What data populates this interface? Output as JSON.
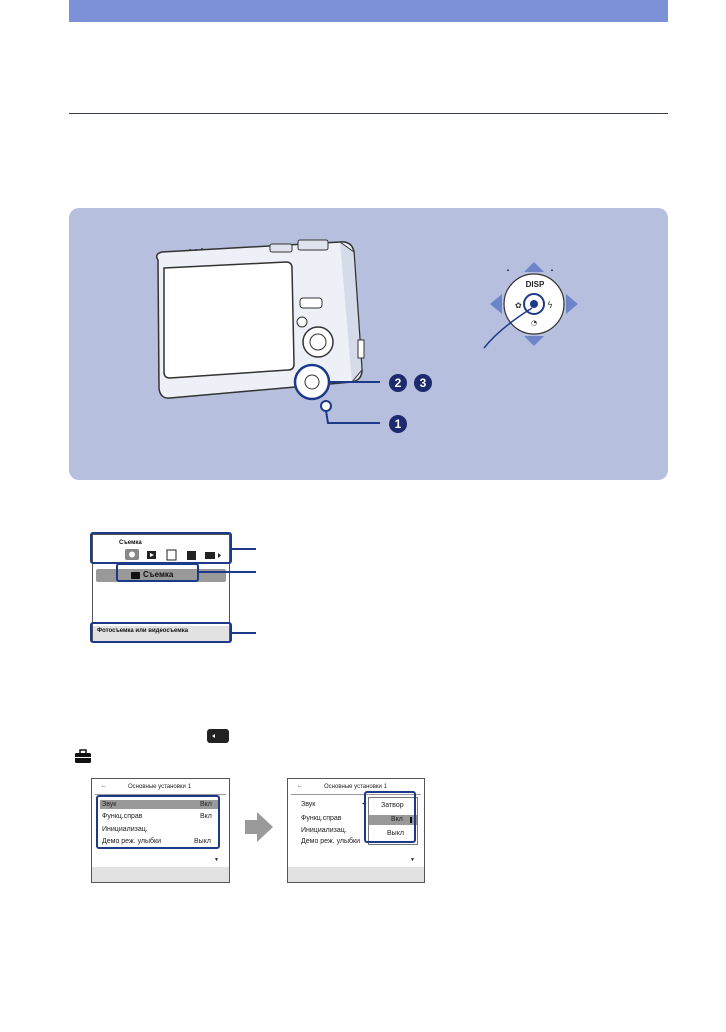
{
  "camera_figure": {
    "dpad": {
      "top": "DISP"
    },
    "callout_badges": [
      "2",
      "3",
      "1"
    ]
  },
  "menu_screen": {
    "title": "Съемка",
    "selected_item": "Съемка",
    "description": "Фотосъемка или видеосъемка"
  },
  "settings_screens": {
    "left": {
      "title": "Основные установки 1",
      "rows": [
        {
          "label": "Звук",
          "value": "Вкл"
        },
        {
          "label": "Функц.справ",
          "value": "Вкл"
        },
        {
          "label": "Инициализац.",
          "value": ""
        },
        {
          "label": "Демо реж. улыбки",
          "value": "Выкл"
        }
      ]
    },
    "right": {
      "title": "Основные установки 1",
      "rows": [
        "Звук",
        "Функц.справ",
        "Инициализац.",
        "Демо реж. улыбки"
      ],
      "options": [
        "Затвор",
        "Вкл",
        "Выкл"
      ]
    }
  },
  "colors": {
    "header_bar": "#7d91d9",
    "panel": "#b6c0de",
    "accent": "#1d3a8a"
  }
}
